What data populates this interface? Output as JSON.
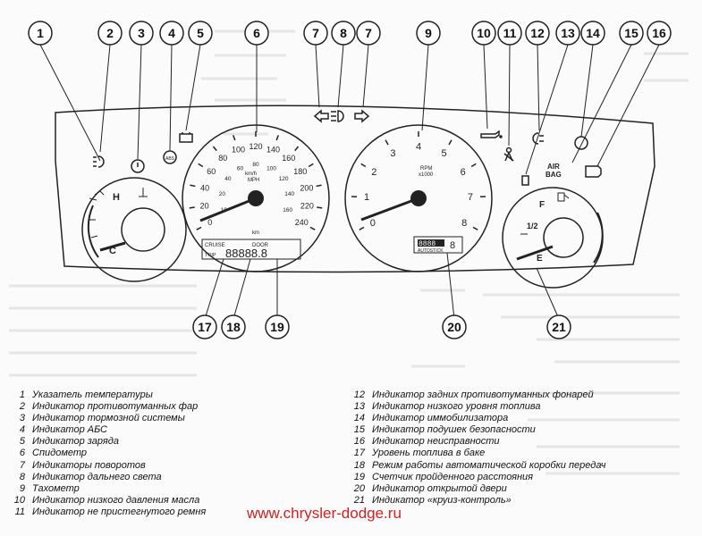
{
  "callouts": {
    "top": [
      "1",
      "2",
      "3",
      "4",
      "5",
      "6",
      "7",
      "8",
      "7",
      "9",
      "10",
      "11",
      "12",
      "13",
      "14",
      "15",
      "16"
    ],
    "bottom": [
      "17",
      "18",
      "19",
      "20",
      "21"
    ]
  },
  "gauges": {
    "temperature": {
      "hot": "H",
      "cold": "C"
    },
    "speedometer": {
      "ticks": [
        "0",
        "20",
        "40",
        "60",
        "80",
        "100",
        "120",
        "140",
        "160",
        "180",
        "200",
        "220",
        "240"
      ],
      "inner_ticks": [
        "10",
        "20",
        "40",
        "60",
        "80",
        "100",
        "120",
        "140",
        "160"
      ],
      "unit_kmh": "km/h",
      "unit_mph": "MPH",
      "unit_km": "km"
    },
    "tachometer": {
      "ticks": [
        "0",
        "1",
        "2",
        "3",
        "4",
        "5",
        "6",
        "7",
        "8"
      ],
      "unit_rpm": "RPM",
      "unit_x1000": "x1000"
    },
    "fuel": {
      "full": "F",
      "half": "1/2",
      "empty": "E"
    }
  },
  "displays": {
    "odometer": {
      "cruise": "CRUISE",
      "door": "DOOR",
      "trip": "TRIP",
      "digits": "88888.8"
    },
    "transmission": {
      "digits": "8888",
      "gear": "8",
      "autostick": "AUTOSTICK"
    }
  },
  "indicators": {
    "airbag_line1": "AIR",
    "airbag_line2": "BAG"
  },
  "legend": {
    "left": [
      {
        "n": "1",
        "text": "Указатель температуры"
      },
      {
        "n": "2",
        "text": "Индикатор противотуманных фар"
      },
      {
        "n": "3",
        "text": "Индикатор тормозной системы"
      },
      {
        "n": "4",
        "text": "Индикатор АБС"
      },
      {
        "n": "5",
        "text": "Индикатор заряда"
      },
      {
        "n": "6",
        "text": "Спидометр"
      },
      {
        "n": "7",
        "text": "Индикаторы поворотов"
      },
      {
        "n": "8",
        "text": "Индикатор дальнего света"
      },
      {
        "n": "9",
        "text": "Тахометр"
      },
      {
        "n": "10",
        "text": "Индикатор низкого давления масла"
      },
      {
        "n": "11",
        "text": "Индикатор не пристегнутого ремня"
      }
    ],
    "right": [
      {
        "n": "12",
        "text": "Индикатор задних противотуманных фонарей"
      },
      {
        "n": "13",
        "text": "Индикатор низкого уровня топлива"
      },
      {
        "n": "14",
        "text": "Индикатор иммобилизатора"
      },
      {
        "n": "15",
        "text": "Индикатор подушек безопасности"
      },
      {
        "n": "16",
        "text": "Индикатор неисправности"
      },
      {
        "n": "17",
        "text": "Уровень топлива в баке"
      },
      {
        "n": "18",
        "text": "Режим работы автоматической коробки передач"
      },
      {
        "n": "19",
        "text": "Счетчик пройденного расстояния"
      },
      {
        "n": "20",
        "text": "Индикатор открытой двери"
      },
      {
        "n": "21",
        "text": "Индикатор «круиз-контроль»"
      }
    ]
  },
  "watermark": "www.chrysler-dodge.ru",
  "colors": {
    "ink": "#222222",
    "paper": "#fbfbfb",
    "watermark": "#d42020"
  }
}
